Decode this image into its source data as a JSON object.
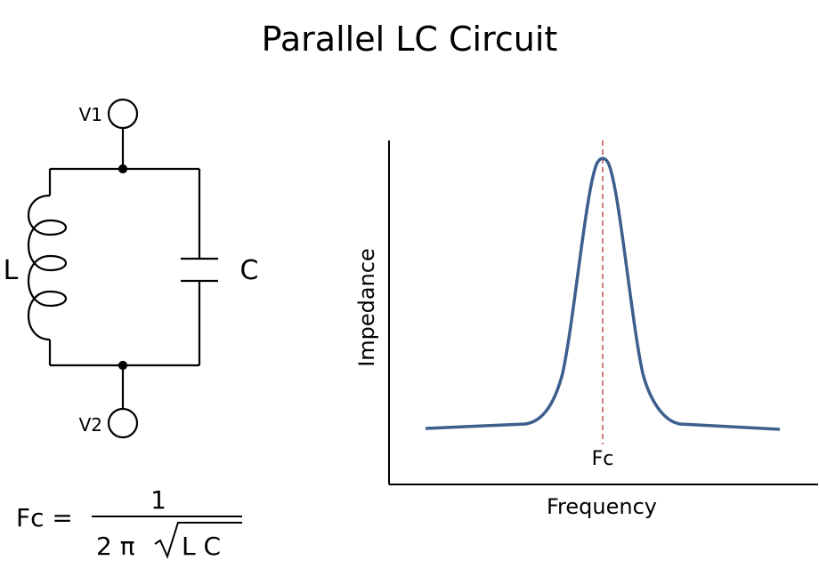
{
  "title": "Parallel LC Circuit",
  "circuit": {
    "terminal_top": "V1",
    "terminal_bottom": "V2",
    "inductor_label": "L",
    "capacitor_label": "C"
  },
  "formula": {
    "lhs": "Fc =",
    "numerator": "1",
    "denominator_prefix": "2 π",
    "radicand": "L C"
  },
  "chart": {
    "xlabel": "Frequency",
    "ylabel": "Impedance",
    "marker_label": "Fc",
    "curve_color": "#3d5f8d",
    "marker_color": "#c0504d"
  }
}
